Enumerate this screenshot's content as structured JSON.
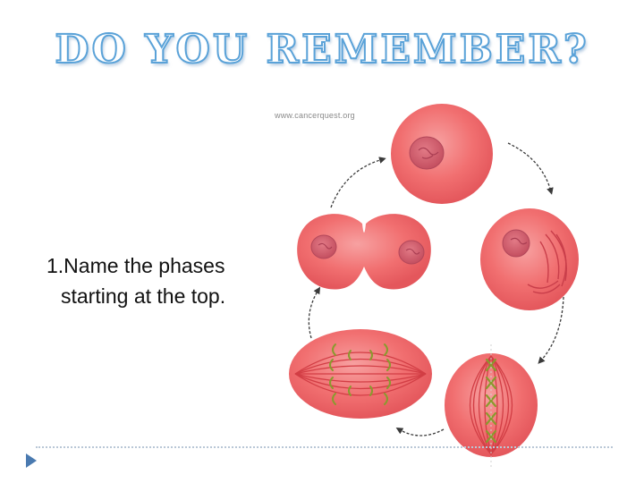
{
  "slide": {
    "title": "DO YOU REMEMBER?",
    "question_line1": "1.Name the phases",
    "question_line2": "starting at the top.",
    "watermark": "www.cancerquest.org"
  },
  "colors": {
    "title_outline": "#5aa2d8",
    "cell_fill": "#f2686a",
    "nucleus_fill": "#d85a66",
    "spindle": "#d23e45",
    "chromosome": "#8a9a2e",
    "cycle_arrow": "#4a4a4a",
    "footer_arrow": "#4a7ab0"
  }
}
